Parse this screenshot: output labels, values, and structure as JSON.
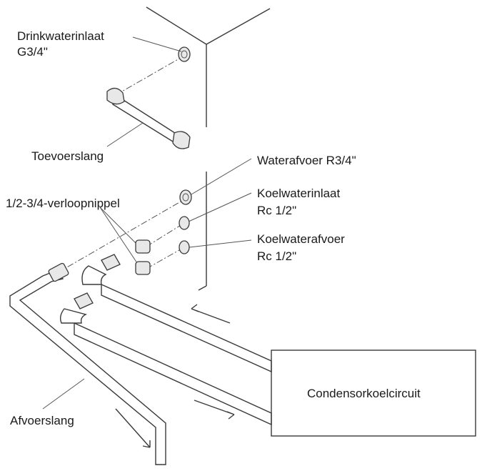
{
  "labels": {
    "drink_inlet_line1": "Drinkwaterinlaat",
    "drink_inlet_line2": "G3/4\"",
    "supply_hose": "Toevoerslang",
    "water_drain": "Waterafvoer R3/4\"",
    "reducer": "1/2-3/4-verloopnippel",
    "cool_inlet_line1": "Koelwaterinlaat",
    "cool_inlet_line2": "Rc 1/2\"",
    "cool_drain_line1": "Koelwaterafvoer",
    "cool_drain_line2": "Rc 1/2\"",
    "condenser_circuit": "Condensorkoelcircuit",
    "drain_hose": "Afvoerslang"
  },
  "colors": {
    "line": "#3a3a3a",
    "text": "#1a1a1a",
    "background": "#ffffff"
  }
}
